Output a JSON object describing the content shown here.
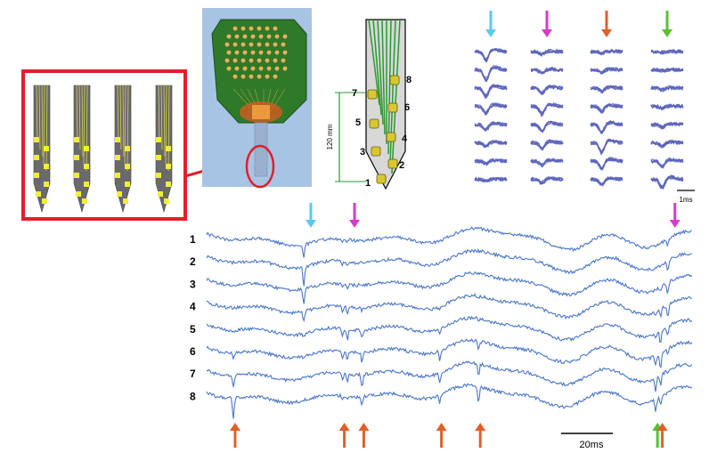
{
  "colors": {
    "trace": "#4a76c8",
    "waveform": "#5c64b8",
    "arrow_cyan": "#5cc8f0",
    "arrow_magenta": "#d63cc8",
    "arrow_orange": "#e0602a",
    "arrow_green": "#5cc034",
    "highlight_red": "#e0202a",
    "probe_gold": "#d8c830",
    "probe_pad_yellow": "#f2ee38",
    "probe_trace_green": "#2a9a30"
  },
  "probe_diagram": {
    "pad_labels": [
      "1",
      "2",
      "3",
      "4",
      "5",
      "6",
      "7",
      "8"
    ],
    "scale_label": "120 mm"
  },
  "waveforms": {
    "scale_label": "1ms",
    "units": [
      {
        "arrow": "cyan"
      },
      {
        "arrow": "magenta"
      },
      {
        "arrow": "orange"
      },
      {
        "arrow": "green"
      }
    ]
  },
  "traces": {
    "channel_labels": [
      "1",
      "2",
      "3",
      "4",
      "5",
      "6",
      "7",
      "8"
    ],
    "scale_label": "20ms",
    "top_arrows": [
      {
        "color": "cyan",
        "x": 0.2
      },
      {
        "color": "magenta",
        "x": 0.29
      },
      {
        "color": "magenta",
        "x": 0.95
      }
    ],
    "bottom_arrows": [
      {
        "color": "orange",
        "x": 0.055
      },
      {
        "color": "orange",
        "x": 0.28
      },
      {
        "color": "orange",
        "x": 0.32
      },
      {
        "color": "orange",
        "x": 0.48
      },
      {
        "color": "orange",
        "x": 0.56
      },
      {
        "color": "green",
        "x": 0.925
      },
      {
        "color": "orange",
        "x": 0.935
      }
    ]
  }
}
